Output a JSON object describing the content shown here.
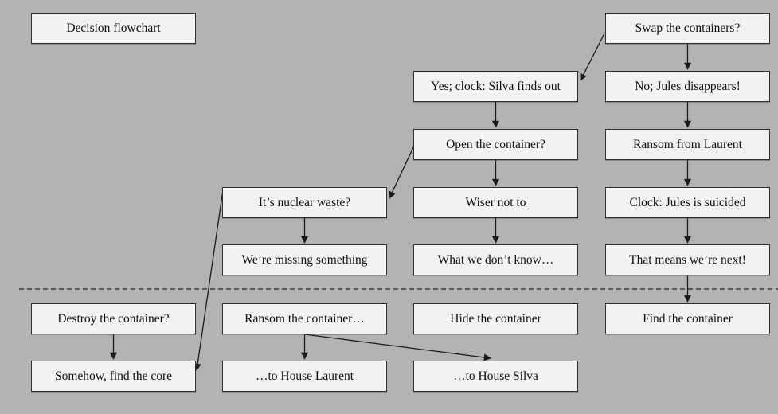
{
  "canvas": {
    "background_color": "#b3b3b3",
    "node_fill_color": "#f2f2f2",
    "node_border_color": "#2e2e2e",
    "edge_color": "#1a1a1a",
    "divider_color": "#5a5a5a"
  },
  "nodes": {
    "decision_flowchart": {
      "label": "Decision flowchart"
    },
    "swap_containers": {
      "label": "Swap the containers?"
    },
    "yes_clock_silva": {
      "label": "Yes; clock: Silva finds out"
    },
    "no_jules_disappears": {
      "label": "No; Jules disappears!"
    },
    "open_container": {
      "label": "Open the container?"
    },
    "ransom_from_laurent": {
      "label": "Ransom from Laurent"
    },
    "its_nuclear_waste": {
      "label": "It’s nuclear waste?"
    },
    "wiser_not_to": {
      "label": "Wiser not to"
    },
    "clock_jules_suicided": {
      "label": "Clock: Jules is suicided"
    },
    "were_missing_something": {
      "label": "We’re missing something"
    },
    "what_we_dont_know": {
      "label": "What we don’t know…"
    },
    "that_means_were_next": {
      "label": "That means we’re next!"
    },
    "destroy_container": {
      "label": "Destroy the container?"
    },
    "ransom_container": {
      "label": "Ransom the container…"
    },
    "hide_container": {
      "label": "Hide the container"
    },
    "find_container": {
      "label": "Find the container"
    },
    "somehow_find_core": {
      "label": "Somehow, find the core"
    },
    "to_house_laurent": {
      "label": "…to House Laurent"
    },
    "to_house_silva": {
      "label": "…to House Silva"
    }
  },
  "edges": [
    {
      "from": "swap_containers",
      "to": "yes_clock_silva"
    },
    {
      "from": "swap_containers",
      "to": "no_jules_disappears"
    },
    {
      "from": "no_jules_disappears",
      "to": "ransom_from_laurent"
    },
    {
      "from": "ransom_from_laurent",
      "to": "clock_jules_suicided"
    },
    {
      "from": "clock_jules_suicided",
      "to": "that_means_were_next"
    },
    {
      "from": "that_means_were_next",
      "to": "find_container"
    },
    {
      "from": "yes_clock_silva",
      "to": "open_container"
    },
    {
      "from": "open_container",
      "to": "wiser_not_to"
    },
    {
      "from": "open_container",
      "to": "its_nuclear_waste"
    },
    {
      "from": "wiser_not_to",
      "to": "what_we_dont_know"
    },
    {
      "from": "its_nuclear_waste",
      "to": "were_missing_something"
    },
    {
      "from": "its_nuclear_waste",
      "to": "somehow_find_core"
    },
    {
      "from": "destroy_container",
      "to": "somehow_find_core"
    },
    {
      "from": "ransom_container",
      "to": "to_house_laurent"
    },
    {
      "from": "ransom_container",
      "to": "to_house_silva"
    }
  ]
}
